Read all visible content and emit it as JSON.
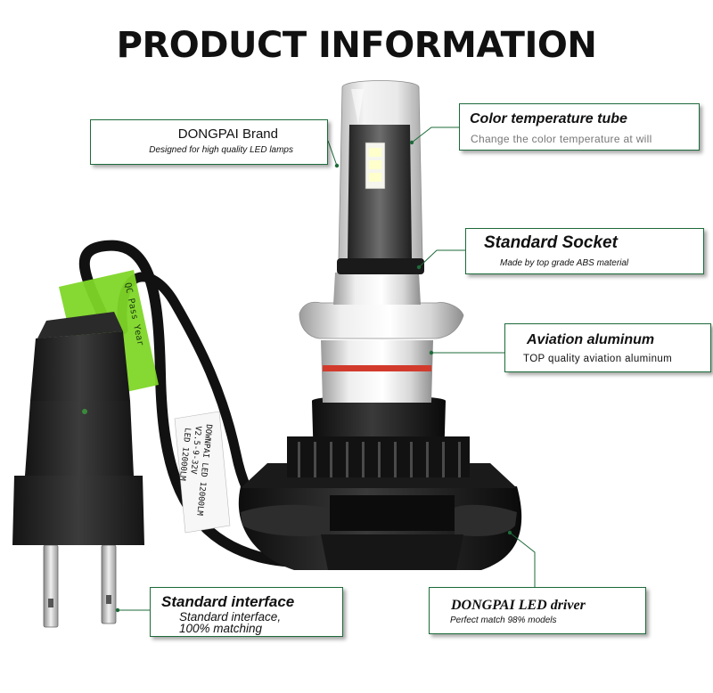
{
  "header": {
    "title": "PRODUCT INFORMATION"
  },
  "callouts": {
    "brand": {
      "title": "DONGPAI Brand",
      "subtitle": "Designed for high quality LED lamps"
    },
    "tube": {
      "title": "Color temperature tube",
      "subtitle": "Change the color temperature at will"
    },
    "socket": {
      "title": "Standard Socket",
      "subtitle": "Made by top grade ABS material"
    },
    "aluminum": {
      "title": "Aviation aluminum",
      "subtitle": "TOP quality aviation aluminum"
    },
    "interface": {
      "title": "Standard interface",
      "subtitle": "Standard interface,\n100% matching"
    },
    "driver": {
      "title": "DONGPAI LED driver",
      "subtitle": "Perfect match 98% models"
    }
  },
  "product_labels": {
    "cable_tag": "QC Pass Year",
    "heatsink_label_1": "DOWNPAI LED 12000LM",
    "heatsink_label_2": "V2.5-9-32V",
    "heatsink_label_3": "LED 12000LM"
  },
  "colors": {
    "callout_border": "#1d6b3a",
    "leader_line": "#1d6b3a",
    "tag_green": "#7fd628",
    "socket_red": "#d23a2c"
  }
}
